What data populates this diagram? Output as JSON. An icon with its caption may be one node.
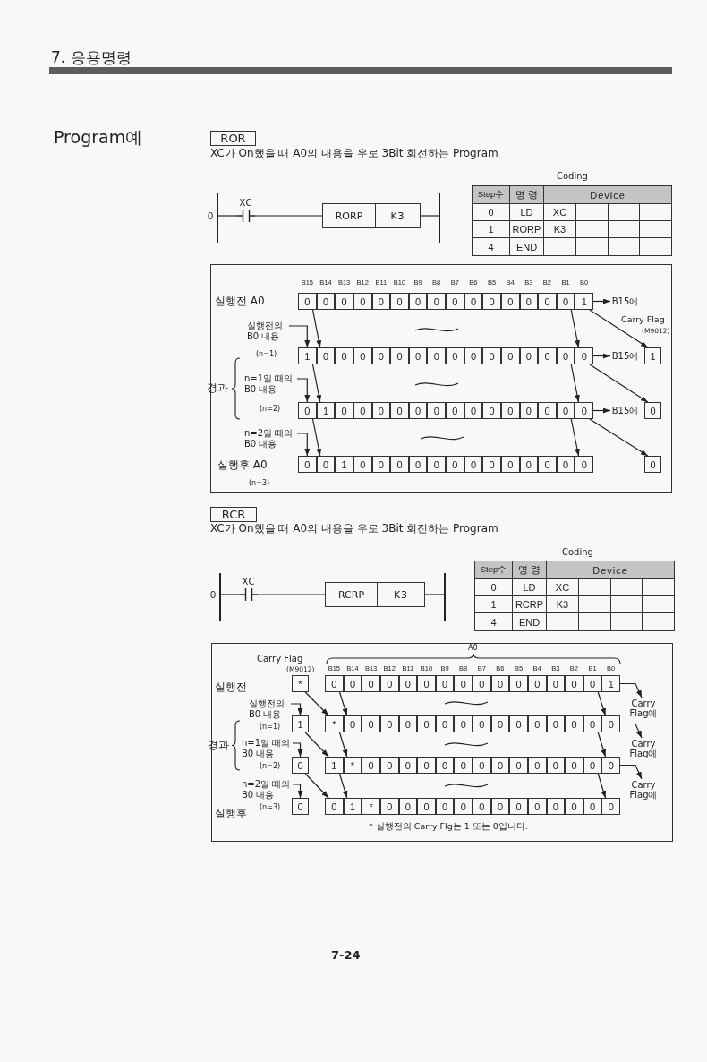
{
  "diagram": {
    "title": "7. 응용명령",
    "nodes": [
      {
        "text": [
          "ROR"
        ]
      },
      {
        "text": [],
        "shape": "bar",
        "beside": [
          "0"
        ]
      },
      {
        "text": [
          "XC"
        ]
      },
      {
        "text": [
          "RORP"
        ]
      },
      {
        "text": [
          "K3"
        ]
      },
      {
        "text": [],
        "shape": "bar"
      },
      {
        "text": [],
        "shape": "box"
      },
      {
        "text": [
          "0"
        ],
        "in": 6
      },
      {
        "text": [
          "0"
        ],
        "in": 6
      },
      {
        "text": [
          "0"
        ],
        "in": 6
      },
      {
        "text": [
          "0"
        ],
        "in": 6
      },
      {
        "text": [
          "0"
        ],
        "in": 6
      },
      {
        "text": [
          "0"
        ],
        "in": 6
      },
      {
        "text": [
          "0"
        ],
        "in": 6
      },
      {
        "text": [
          "0"
        ],
        "in": 6
      },
      {
        "text": [
          "0"
        ],
        "in": 6
      },
      {
        "text": [
          "0"
        ],
        "in": 6
      },
      {
        "text": [
          "0"
        ],
        "in": 6
      },
      {
        "text": [
          "0"
        ],
        "in": 6
      },
      {
        "text": [
          "0"
        ],
        "in": 6
      },
      {
        "text": [
          "0"
        ],
        "in": 6
      },
      {
        "text": [
          "0"
        ],
        "in": 6
      },
      {
        "text": [
          "1"
        ],
        "in": 6
      },
      {
        "text": [
          "B15에"
        ],
        "in": 6
      },
      {
        "text": [
          "실행전의 B0 내용"
        ],
        "in": 6
      },
      {
        "text": [
          "1"
        ],
        "in": 6
      },
      {
        "text": [
          "0"
        ],
        "in": 6
      },
      {
        "text": [
          "0"
        ],
        "in": 6
      },
      {
        "text": [
          "0"
        ],
        "in": 6
      },
      {
        "text": [
          "0"
        ],
        "in": 6
      },
      {
        "text": [
          "0"
        ],
        "in": 6
      },
      {
        "text": [
          "0"
        ],
        "in": 6
      },
      {
        "text": [
          "0"
        ],
        "in": 6
      },
      {
        "text": [
          "0"
        ],
        "in": 6
      },
      {
        "text": [
          "0"
        ],
        "in": 6
      },
      {
        "text": [
          "0"
        ],
        "in": 6
      },
      {
        "text": [
          "0"
        ],
        "in": 6
      },
      {
        "text": [
          "0"
        ],
        "in": 6
      },
      {
        "text": [
          "0"
        ],
        "in": 6
      },
      {
        "text": [
          "0"
        ],
        "in": 6
      },
      {
        "text": [
          "0"
        ],
        "in": 6
      },
      {
        "text": [
          "B15에"
        ],
        "in": 6
      },
      {
        "text": [
          "1"
        ],
        "in": 6
      },
      {
        "text": [
          "n=1일 때의 B0 내용"
        ],
        "in": 6
      },
      {
        "text": [
          "0"
        ],
        "in": 6
      },
      {
        "text": [
          "1"
        ],
        "in": 6
      },
      {
        "text": [
          "0"
        ],
        "in": 6
      },
      {
        "text": [
          "0"
        ],
        "in": 6
      },
      {
        "text": [
          "0"
        ],
        "in": 6
      },
      {
        "text": [
          "0"
        ],
        "in": 6
      },
      {
        "text": [
          "0"
        ],
        "in": 6
      },
      {
        "text": [
          "0"
        ],
        "in": 6
      },
      {
        "text": [
          "0"
        ],
        "in": 6
      },
      {
        "text": [
          "0"
        ],
        "in": 6
      },
      {
        "text": [
          "0"
        ],
        "in": 6
      },
      {
        "text": [
          "0"
        ],
        "in": 6
      },
      {
        "text": [
          "0"
        ],
        "in": 6
      },
      {
        "text": [
          "0"
        ],
        "in": 6
      },
      {
        "text": [
          "0"
        ],
        "in": 6
      },
      {
        "text": [
          "0"
        ],
        "in": 6
      },
      {
        "text": [
          "B15에"
        ],
        "in": 6
      },
      {
        "text": [
          "0"
        ],
        "in": 6
      },
      {
        "text": [
          "n=2일 때의 B0 내용"
        ],
        "in": 6
      },
      {
        "text": [
          "0"
        ],
        "in": 6
      },
      {
        "text": [
          "0"
        ],
        "in": 6
      },
      {
        "text": [
          "1"
        ],
        "in": 6
      },
      {
        "text": [
          "0"
        ],
        "in": 6
      },
      {
        "text": [
          "0"
        ],
        "in": 6
      },
      {
        "text": [
          "0"
        ],
        "in": 6
      },
      {
        "text": [
          "0"
        ],
        "in": 6
      },
      {
        "text": [
          "0"
        ],
        "in": 6
      },
      {
        "text": [
          "0"
        ],
        "in": 6
      },
      {
        "text": [
          "0"
        ],
        "in": 6
      },
      {
        "text": [
          "0"
        ],
        "in": 6
      },
      {
        "text": [
          "0"
        ],
        "in": 6
      },
      {
        "text": [
          "0"
        ],
        "in": 6
      },
      {
        "text": [
          "0"
        ],
        "in": 6
      },
      {
        "text": [
          "0"
        ],
        "in": 6
      },
      {
        "text": [
          "0"
        ],
        "in": 6
      },
      {
        "text": [
          "0"
        ],
        "in": 6
      },
      {
        "text": [
          "RCR"
        ]
      },
      {
        "text": [],
        "shape": "bar",
        "beside": [
          "0"
        ]
      },
      {
        "text": [
          "XC"
        ]
      },
      {
        "text": [
          "RCRP"
        ]
      },
      {
        "text": [
          "K3"
        ]
      },
      {
        "text": [],
        "shape": "bar"
      },
      {
        "text": [],
        "shape": "box"
      },
      {
        "text": [
          "*"
        ],
        "in": 86
      },
      {
        "text": [
          "0"
        ],
        "in": 86
      },
      {
        "text": [
          "0"
        ],
        "in": 86
      },
      {
        "text": [
          "0"
        ],
        "in": 86
      },
      {
        "text": [
          "0"
        ],
        "in": 86
      },
      {
        "text": [
          "0"
        ],
        "in": 86
      },
      {
        "text": [
          "0"
        ],
        "in": 86
      },
      {
        "text": [
          "0"
        ],
        "in": 86
      },
      {
        "text": [
          "0"
        ],
        "in": 86
      },
      {
        "text": [
          "0"
        ],
        "in": 86
      },
      {
        "text": [
          "0"
        ],
        "in": 86
      },
      {
        "text": [
          "0"
        ],
        "in": 86
      },
      {
        "text": [
          "0"
        ],
        "in": 86
      },
      {
        "text": [
          "0"
        ],
        "in": 86
      },
      {
        "text": [
          "0"
        ],
        "in": 86
      },
      {
        "text": [
          "0"
        ],
        "in": 86
      },
      {
        "text": [
          "1"
        ],
        "in": 86
      },
      {
        "text": [
          "Carry Flag에"
        ],
        "in": 86
      },
      {
        "text": [
          "실행전의 B0 내용"
        ],
        "in": 86
      },
      {
        "text": [
          "1"
        ],
        "in": 86
      },
      {
        "text": [
          "*"
        ],
        "in": 86
      },
      {
        "text": [
          "0"
        ],
        "in": 86
      },
      {
        "text": [
          "0"
        ],
        "in": 86
      },
      {
        "text": [
          "0"
        ],
        "in": 86
      },
      {
        "text": [
          "0"
        ],
        "in": 86
      },
      {
        "text": [
          "0"
        ],
        "in": 86
      },
      {
        "text": [
          "0"
        ],
        "in": 86
      },
      {
        "text": [
          "0"
        ],
        "in": 86
      },
      {
        "text": [
          "0"
        ],
        "in": 86
      },
      {
        "text": [
          "0"
        ],
        "in": 86
      },
      {
        "text": [
          "0"
        ],
        "in": 86
      },
      {
        "text": [
          "0"
        ],
        "in": 86
      },
      {
        "text": [
          "0"
        ],
        "in": 86
      },
      {
        "text": [
          "0"
        ],
        "in": 86
      },
      {
        "text": [
          "0"
        ],
        "in": 86
      },
      {
        "text": [
          "0"
        ],
        "in": 86
      },
      {
        "text": [
          "Carry Flag에"
        ],
        "in": 86
      },
      {
        "text": [
          "n=1일 때의 B0 내용"
        ],
        "in": 86
      },
      {
        "text": [
          "0"
        ],
        "in": 86
      },
      {
        "text": [
          "1"
        ],
        "in": 86
      },
      {
        "text": [
          "*"
        ],
        "in": 86
      },
      {
        "text": [
          "0"
        ],
        "in": 86
      },
      {
        "text": [
          "0"
        ],
        "in": 86
      },
      {
        "text": [
          "0"
        ],
        "in": 86
      },
      {
        "text": [
          "0"
        ],
        "in": 86
      },
      {
        "text": [
          "0"
        ],
        "in": 86
      },
      {
        "text": [
          "0"
        ],
        "in": 86
      },
      {
        "text": [
          "0"
        ],
        "in": 86
      },
      {
        "text": [
          "0"
        ],
        "in": 86
      },
      {
        "text": [
          "0"
        ],
        "in": 86
      },
      {
        "text": [
          "0"
        ],
        "in": 86
      },
      {
        "text": [
          "0"
        ],
        "in": 86
      },
      {
        "text": [
          "0"
        ],
        "in": 86
      },
      {
        "text": [
          "0"
        ],
        "in": 86
      },
      {
        "text": [
          "0"
        ],
        "in": 86
      },
      {
        "text": [
          "Carry Flag에"
        ],
        "in": 86
      },
      {
        "text": [
          "n=2일 때의 B0 내용"
        ],
        "in": 86
      },
      {
        "text": [
          "0"
        ],
        "in": 86
      },
      {
        "text": [
          "0"
        ],
        "in": 86
      },
      {
        "text": [
          "1"
        ],
        "in": 86
      },
      {
        "text": [
          "*"
        ],
        "in": 86
      },
      {
        "text": [
          "0"
        ],
        "in": 86
      },
      {
        "text": [
          "0"
        ],
        "in": 86
      },
      {
        "text": [
          "0"
        ],
        "in": 86
      },
      {
        "text": [
          "0"
        ],
        "in": 86
      },
      {
        "text": [
          "0"
        ],
        "in": 86
      },
      {
        "text": [
          "0"
        ],
        "in": 86
      },
      {
        "text": [
          "0"
        ],
        "in": 86
      },
      {
        "text": [
          "0"
        ],
        "in": 86
      },
      {
        "text": [
          "0"
        ],
        "in": 86
      },
      {
        "text": [
          "0"
        ],
        "in": 86
      },
      {
        "text": [
          "0"
        ],
        "in": 86
      },
      {
        "text": [
          "0"
        ],
        "in": 86
      },
      {
        "text": [
          "0"
        ],
        "in": 86
      }
    ],
    "edges": [
      {
        "from": 1,
        "to": 2,
        "arrow": "none"
      },
      {
        "from": 2,
        "to": 3,
        "arrow": "none"
      },
      {
        "from": 4,
        "to": 5,
        "arrow": "none"
      },
      {
        "from": 22,
        "to": 23,
        "arrow": "to"
      },
      {
        "from": 7,
        "to": 26,
        "arrow": "to"
      },
      {
        "from": 21,
        "to": 40,
        "arrow": "to"
      },
      {
        "from": 22,
        "to": 42,
        "arrow": "to"
      },
      {
        "from": 24,
        "to": 25,
        "arrow": "to"
      },
      {
        "from": 40,
        "to": 41,
        "arrow": "to"
      },
      {
        "from": 25,
        "to": 45,
        "arrow": "to"
      },
      {
        "from": 39,
        "to": 59,
        "arrow": "to"
      },
      {
        "from": 40,
        "to": 61,
        "arrow": "to"
      },
      {
        "from": 43,
        "to": 44,
        "arrow": "to"
      },
      {
        "from": 59,
        "to": 60,
        "arrow": "to"
      },
      {
        "from": 44,
        "to": 64,
        "arrow": "to"
      },
      {
        "from": 58,
        "to": 78,
        "arrow": "to"
      },
      {
        "from": 59,
        "to": 79,
        "arrow": "to"
      },
      {
        "from": 62,
        "to": 63,
        "arrow": "to"
      },
      {
        "from": 81,
        "to": 82,
        "arrow": "none"
      },
      {
        "from": 82,
        "to": 83,
        "arrow": "none"
      },
      {
        "from": 84,
        "to": 85,
        "arrow": "none"
      },
      {
        "from": 103,
        "to": 104,
        "arrow": "to"
      },
      {
        "from": 87,
        "to": 107,
        "arrow": "to"
      },
      {
        "from": 88,
        "to": 108,
        "arrow": "to"
      },
      {
        "from": 102,
        "to": 122,
        "arrow": "to"
      },
      {
        "from": 105,
        "to": 106,
        "arrow": "to"
      },
      {
        "from": 122,
        "to": 123,
        "arrow": "to"
      },
      {
        "from": 106,
        "to": 126,
        "arrow": "to"
      },
      {
        "from": 107,
        "to": 127,
        "arrow": "to"
      },
      {
        "from": 121,
        "to": 141,
        "arrow": "to"
      },
      {
        "from": 124,
        "to": 125,
        "arrow": "to"
      },
      {
        "from": 141,
        "to": 142,
        "arrow": "to"
      },
      {
        "from": 125,
        "to": 145,
        "arrow": "to"
      },
      {
        "from": 126,
        "to": 146,
        "arrow": "to"
      },
      {
        "from": 140,
        "to": 160,
        "arrow": "to"
      },
      {
        "from": 143,
        "to": 144,
        "arrow": "to"
      }
    ],
    "labels": [
      "Program예",
      "XC가 On했을 때 A0의 내용을 우로 3Bit 회전하는 Program",
      "Coding",
      "Step수",
      "명 령",
      "Device",
      "0",
      "LD",
      "XC",
      "1",
      "RORP",
      "K3",
      "4",
      "END",
      "B15",
      "B14",
      "B13",
      "B12",
      "B11",
      "B10",
      "B9",
      "B8",
      "B7",
      "B6",
      "B5",
      "B4",
      "B3",
      "B2",
      "B1",
      "B0",
      "실행전 A0",
      "Carry Flag",
      "(M9012)",
      "(n=1)",
      "경과",
      "(n=2)",
      "실행후 A0",
      "(n=3)",
      "XC가 On했을 때 A0의 내용을 우로 3Bit 회전하는 Program",
      "Coding",
      "Step수",
      "명 령",
      "Device",
      "0",
      "LD",
      "XC",
      "1",
      "RCRP",
      "K3",
      "4",
      "END",
      "Carry Flag",
      "(M9012)",
      "A0",
      "B15",
      "B14",
      "B13",
      "B12",
      "B11",
      "B10",
      "B9",
      "B8",
      "B7",
      "B6",
      "B5",
      "B4",
      "B3",
      "B2",
      "B1",
      "B0",
      "실행전",
      "(n=1)",
      "경과",
      "(n=2)",
      "(n=3)",
      "실행후",
      "* 실행전의 Carry Flg는 1 또는 0입니다.",
      "7-24"
    ]
  }
}
